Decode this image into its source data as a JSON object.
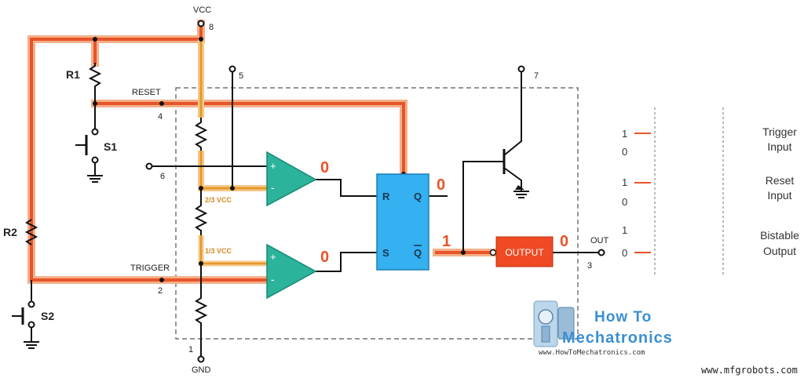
{
  "labels": {
    "vcc": "VCC",
    "gnd": "GND",
    "reset": "RESET",
    "trigger": "TRIGGER",
    "out": "OUT",
    "r1": "R1",
    "r2": "R2",
    "s1": "S1",
    "s2": "S2"
  },
  "pins": {
    "p8": "8",
    "p5": "5",
    "p7": "7",
    "p4": "4",
    "p6": "6",
    "p2": "2",
    "p1": "1",
    "p3": "3"
  },
  "comparator": {
    "plus": "+",
    "minus": "-"
  },
  "refs": {
    "two_thirds": "2/3 VCC",
    "one_third": "1/3 VCC"
  },
  "flipflop": {
    "r": "R",
    "q": "Q",
    "s": "S",
    "qbar": "Q"
  },
  "output_block": "OUTPUT",
  "states": {
    "upper_comp": "0",
    "lower_comp": "0",
    "q": "0",
    "qbar": "1",
    "out": "0"
  },
  "timing": {
    "trigger": {
      "label_line1": "Trigger",
      "label_line2": "Input",
      "high": "1",
      "low": "0"
    },
    "reset": {
      "label_line1": "Reset",
      "label_line2": "Input",
      "high": "1",
      "low": "0"
    },
    "output": {
      "label_line1": "Bistable",
      "label_line2": "Output",
      "high": "1",
      "low": "0"
    }
  },
  "logo": {
    "line1": "How To",
    "line2": "Mechatronics",
    "url": "www.HowToMechatronics.com"
  },
  "watermark": "www.mfgrobots.com",
  "colors": {
    "highlight": "#e8542a",
    "glow": "#f3b08a",
    "vref": "#e39a2d",
    "comparator": "#2bb39b",
    "flipflop": "#35b0f0",
    "output": "#ef4a23"
  }
}
